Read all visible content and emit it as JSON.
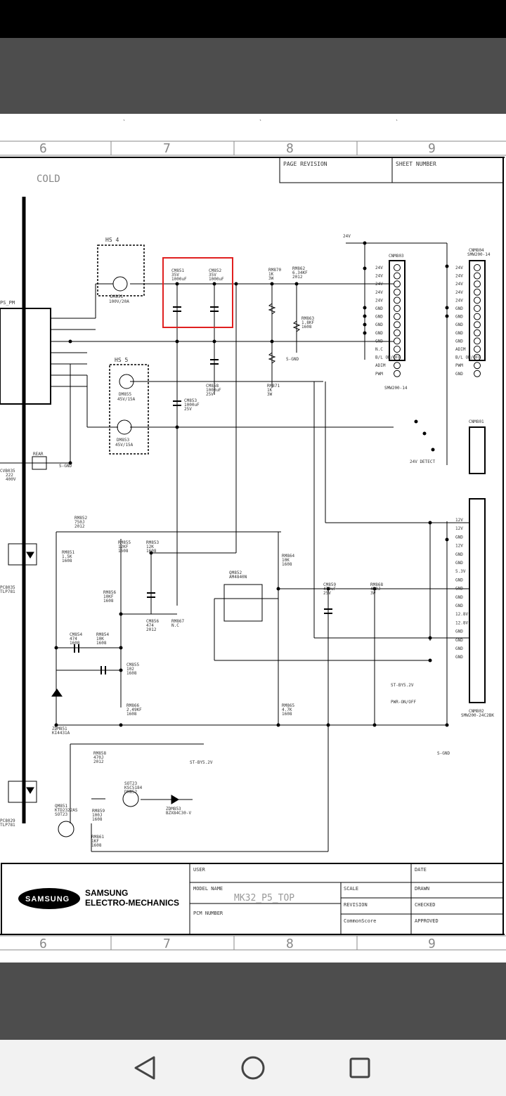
{
  "schematic": {
    "columns": [
      "6",
      "7",
      "8",
      "9"
    ],
    "page_revision_label": "PAGE REVISION",
    "sheet_number_label": "SHEET NUMBER",
    "cold_label": "COLD",
    "heatsinks": [
      "HS 4",
      "HS 5"
    ],
    "diodes": [
      {
        "ref": "DM851",
        "value": "100V/20A"
      },
      {
        "ref": "DM855",
        "value": "45V/15A"
      },
      {
        "ref": "DM853",
        "value": "45V/15A"
      }
    ],
    "capacitors": [
      {
        "ref": "CM851",
        "v": "35V",
        "c": "1000uF"
      },
      {
        "ref": "CM852",
        "v": "35V",
        "c": "1000uF"
      },
      {
        "ref": "CM858",
        "v": "1000uF",
        "c": "25V"
      },
      {
        "ref": "CM853",
        "v": "1000uF",
        "c": "25V"
      }
    ],
    "resistors": [
      {
        "ref": "RM870",
        "v": "1K",
        "p": "3W"
      },
      {
        "ref": "RM862",
        "v": "6.34KF",
        "p": "2012"
      },
      {
        "ref": "RM863",
        "v": "1.8KF",
        "p": "1608"
      },
      {
        "ref": "RM871",
        "v": "1K",
        "p": "3W"
      }
    ],
    "sgnd": "S-GND",
    "v24": "24V",
    "cnm803": {
      "title": "CNM803",
      "footer": "SMW200-14",
      "pins": [
        "24V",
        "24V",
        "24V",
        "24V",
        "24V",
        "GND",
        "GND",
        "GND",
        "GND",
        "GND",
        "N.C",
        "B/L ON/OFF",
        "ADIM",
        "PWM"
      ]
    },
    "cnm804": {
      "title": "CNM804",
      "subtitle": "SMW200-14",
      "pins": [
        "24V",
        "24V",
        "24V",
        "24V",
        "24V",
        "GND",
        "GND",
        "GND",
        "GND",
        "GND",
        "ADIM",
        "B/L ON/OFF",
        "PWM",
        "GND"
      ]
    },
    "cnm801": {
      "title": "CNM801",
      "detect": "24V DETECT"
    },
    "cnm802": {
      "title": "CNM802",
      "footer": "SMW200-24C2BK",
      "labels": [
        "12V",
        "12V",
        "GND",
        "12V",
        "GND",
        "GND",
        "5.3V",
        "GND",
        "GND",
        "GND",
        "GND",
        "12.8V",
        "12.8V",
        "GND",
        "GND",
        "GND",
        "GND"
      ]
    },
    "st_by": "ST-BY5.2V",
    "pwr": "PWR-ON/OFF",
    "mid_parts": [
      {
        "ref": "RM852",
        "v": "750J",
        "p": "2012"
      },
      {
        "ref": "RM851",
        "v": "1.5K",
        "p": "1608"
      },
      {
        "ref": "RM855",
        "v": "12KF",
        "p": "1608"
      },
      {
        "ref": "RM853",
        "v": "12K",
        "p": "1608"
      },
      {
        "ref": "RM864",
        "v": "10K",
        "p": "1608"
      },
      {
        "ref": "QM852",
        "v": "AM4840N",
        "p": ""
      },
      {
        "ref": "RM856",
        "v": "10KF",
        "p": "1608"
      },
      {
        "ref": "CM856",
        "v": "474",
        "p": "2012"
      },
      {
        "ref": "RM867",
        "v": "N.C",
        "p": ""
      },
      {
        "ref": "CM859",
        "v": "470uF",
        "p": "25V"
      },
      {
        "ref": "RM868",
        "v": "470J",
        "p": "3W"
      },
      {
        "ref": "CM854",
        "v": "474",
        "p": "1608"
      },
      {
        "ref": "RM854",
        "v": "10K",
        "p": "1608"
      },
      {
        "ref": "CM855",
        "v": "102",
        "p": "1608"
      },
      {
        "ref": "RM866",
        "v": "2.49KF",
        "p": "1608"
      },
      {
        "ref": "RM865",
        "v": "4.7K",
        "p": "1608"
      },
      {
        "ref": "RM858",
        "v": "470J",
        "p": "2012"
      }
    ],
    "zdm851": "ZDM851",
    "ki": "KI4431A",
    "sot": "SOT23",
    "ksc": "KSC5184",
    "dm852": "DM852",
    "zdm853": "ZDM853",
    "bz": "BZX84C30-V",
    "qm851": "QM851",
    "ktd": "KTD2322AS",
    "sot2": "SOT23",
    "rm859": {
      "ref": "RM859",
      "v": "100J",
      "p": "1608"
    },
    "rm861": {
      "ref": "RM861",
      "v": "1KF",
      "p": "1608"
    },
    "rear": "REAR",
    "left_parts": [
      "CVB035",
      "222",
      "400V"
    ],
    "opto": [
      "PC8035",
      "TLP781"
    ],
    "opto2": [
      "PC8029",
      "TLP781"
    ],
    "ps_label": "PS_PM",
    "title_block": {
      "user": "USER",
      "date": "DATE",
      "model_name_label": "MODEL NAME",
      "model": "MK32_P5_TOP",
      "pcm_label": "PCM NUMBER",
      "scale": "SCALE",
      "revision": "REVISION",
      "commonscore": "CommonScore",
      "drawn": "DRAWN",
      "checked": "CHECKED",
      "approved": "APPROVED",
      "logo": "SAMSUNG",
      "company1": "SAMSUNG",
      "company2": "ELECTRO-MECHANICS"
    }
  },
  "highlight_color": "#e02020",
  "nav": {
    "back": "back-icon",
    "home": "home-icon",
    "recents": "recents-icon"
  }
}
